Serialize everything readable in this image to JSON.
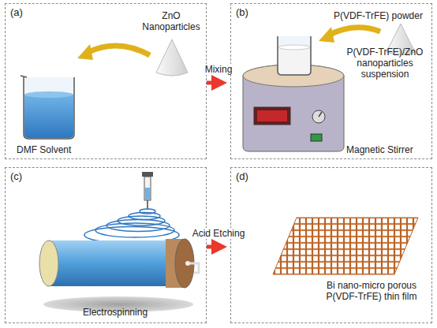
{
  "diagram": {
    "nodes": [
      {
        "text": [
          "(a)",
          "ZnO Nanoparticles",
          "DMF Solvent"
        ]
      },
      {
        "text": [
          "(b)",
          "P(VDF-TrFE) powder",
          "P(VDF-TrFE)/ZnO nanoparticles suspension",
          "Magnetic Stirrer"
        ]
      },
      {
        "text": [
          "(c)",
          "Electrospinning"
        ]
      },
      {
        "text": [
          "(d)",
          "Bi nano-micro porous P(VDF-TrFE) thin film"
        ]
      }
    ],
    "edges": [
      {
        "from": 0,
        "to": 1,
        "label": "Mixing",
        "arrow": "to"
      },
      {
        "from": 2,
        "to": 3,
        "label": "Acid Etching",
        "arrow": "to"
      }
    ]
  }
}
